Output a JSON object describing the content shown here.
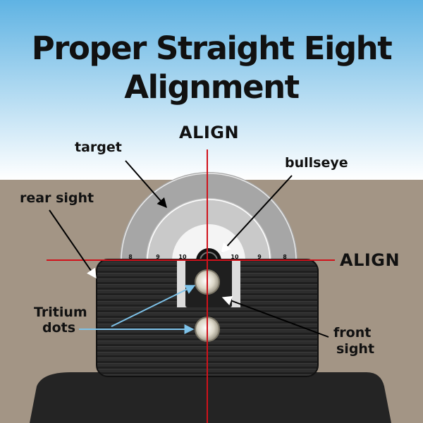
{
  "title": {
    "line1": "Proper Straight Eight",
    "line2": "Alignment"
  },
  "labels": {
    "align_vertical": "ALIGN",
    "align_horizontal": "ALIGN",
    "target": "target",
    "bullseye": "bullseye",
    "rear_sight": "rear sight",
    "tritium_line1": "Tritium",
    "tritium_line2": "dots",
    "front_sight_line1": "front",
    "front_sight_line2": "sight"
  },
  "ring_numbers": {
    "outer": "8",
    "middle": "9",
    "inner": "10"
  },
  "colors": {
    "sky_top": "#5fb3e3",
    "sky_bottom": "#ffffff",
    "ground": "#a39585",
    "align_line": "#d0121b",
    "target_outer": "#a6a6a6",
    "target_middle": "#c9c9c9",
    "target_inner": "#f4f4f4",
    "sight_body": "#2b2b2b",
    "pointer_blue": "#7ec3ea"
  }
}
